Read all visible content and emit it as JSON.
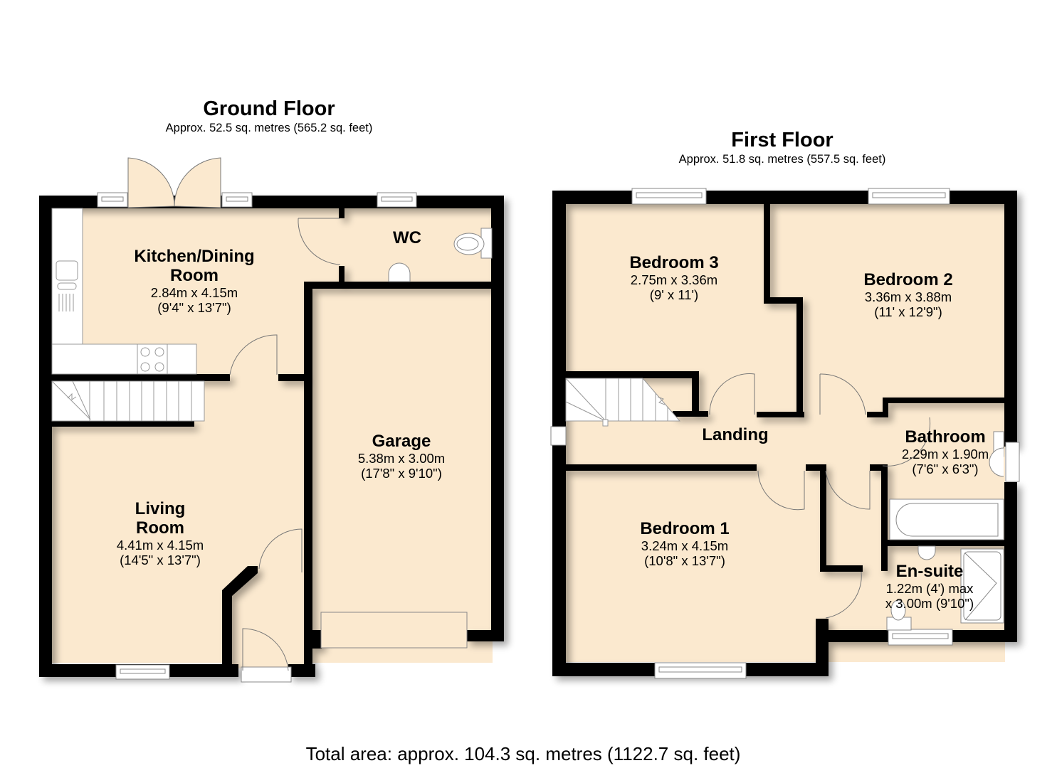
{
  "floors": [
    {
      "title": "Ground Floor",
      "area": "Approx. 52.5 sq. metres (565.2 sq. feet)",
      "rooms": [
        {
          "name_line1": "Kitchen/Dining",
          "name_line2": "Room",
          "dim_m": "2.84m x 4.15m",
          "dim_ft": "(9'4\" x 13'7\")"
        },
        {
          "name_line1": "WC",
          "name_line2": "",
          "dim_m": "",
          "dim_ft": ""
        },
        {
          "name_line1": "Garage",
          "name_line2": "",
          "dim_m": "5.38m x 3.00m",
          "dim_ft": "(17'8\" x 9'10\")"
        },
        {
          "name_line1": "Living",
          "name_line2": "Room",
          "dim_m": "4.41m x 4.15m",
          "dim_ft": "(14'5\" x 13'7\")"
        }
      ]
    },
    {
      "title": "First Floor",
      "area": "Approx. 51.8 sq. metres (557.5 sq. feet)",
      "rooms": [
        {
          "name_line1": "Bedroom 3",
          "dim_m": "2.75m x 3.36m",
          "dim_ft": "(9' x 11')"
        },
        {
          "name_line1": "Bedroom 2",
          "dim_m": "3.36m x 3.88m",
          "dim_ft": "(11' x 12'9\")"
        },
        {
          "name_line1": "Landing",
          "dim_m": "",
          "dim_ft": ""
        },
        {
          "name_line1": "Bathroom",
          "dim_m": "2.29m x 1.90m",
          "dim_ft": "(7'6\" x 6'3\")"
        },
        {
          "name_line1": "Bedroom 1",
          "dim_m": "3.24m x 4.15m",
          "dim_ft": "(10'8\" x 13'7\")"
        },
        {
          "name_line1": "En-suite",
          "dim_m": "1.22m (4') max",
          "dim_ft": "x 3.00m (9'10\")"
        }
      ]
    }
  ],
  "total_area": "Total area: approx. 104.3 sq. metres (1122.7 sq. feet)",
  "colors": {
    "floor_fill": "#fbe9cf",
    "wall": "#000000",
    "fixture": "#ffffff",
    "fixture_line": "#888888"
  }
}
